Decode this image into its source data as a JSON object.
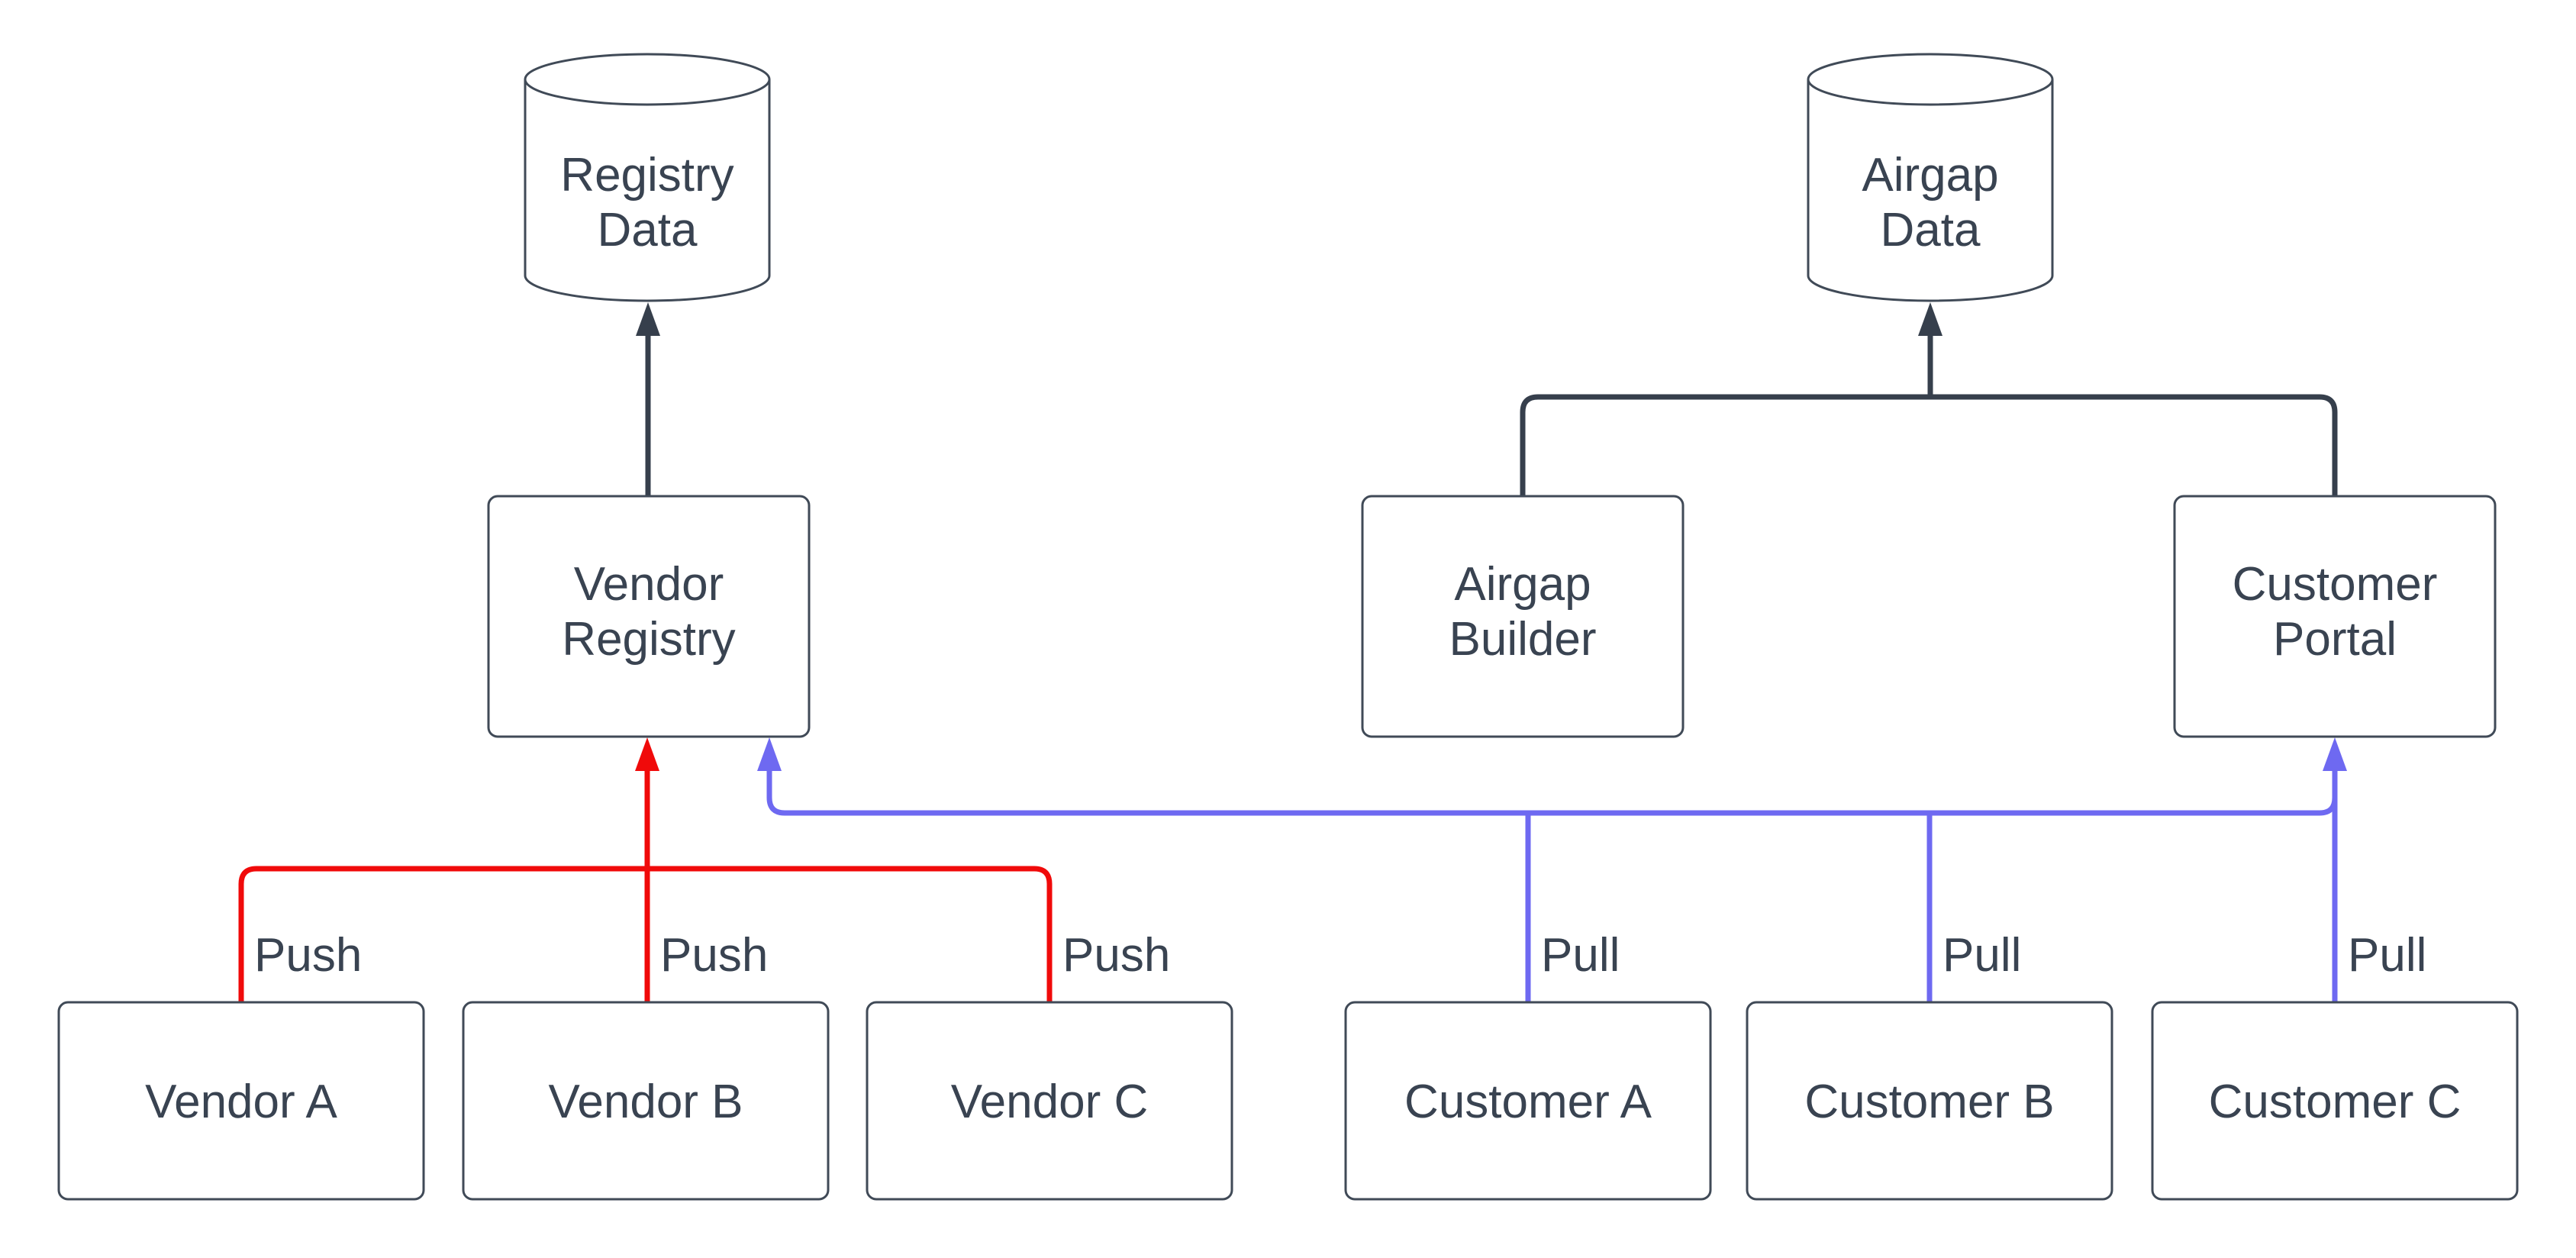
{
  "diagram": {
    "type": "flowchart",
    "background": "#ffffff",
    "colors": {
      "node_fill": "#ffffff",
      "node_border": "#404a57",
      "text": "#394351",
      "link_dark": "#363f4c",
      "link_push": "#f00a0a",
      "link_pull": "#6e69f1"
    },
    "nodes": {
      "registry_data": {
        "shape": "cylinder",
        "line1": "Registry",
        "line2": "Data"
      },
      "airgap_data": {
        "shape": "cylinder",
        "line1": "Airgap",
        "line2": "Data"
      },
      "vendor_registry": {
        "shape": "rect",
        "line1": "Vendor",
        "line2": "Registry"
      },
      "airgap_builder": {
        "shape": "rect",
        "line1": "Airgap",
        "line2": "Builder"
      },
      "customer_portal": {
        "shape": "rect",
        "line1": "Customer",
        "line2": "Portal"
      },
      "vendor_a": {
        "shape": "rect",
        "label": "Vendor A"
      },
      "vendor_b": {
        "shape": "rect",
        "label": "Vendor B"
      },
      "vendor_c": {
        "shape": "rect",
        "label": "Vendor C"
      },
      "customer_a": {
        "shape": "rect",
        "label": "Customer A"
      },
      "customer_b": {
        "shape": "rect",
        "label": "Customer B"
      },
      "customer_c": {
        "shape": "rect",
        "label": "Customer C"
      }
    },
    "edges": [
      {
        "from": "Vendor Registry",
        "to": "Registry Data",
        "label": "",
        "color": "dark"
      },
      {
        "from": "Airgap Builder",
        "to": "Airgap Data",
        "label": "",
        "color": "dark"
      },
      {
        "from": "Customer Portal",
        "to": "Airgap Data",
        "label": "",
        "color": "dark"
      },
      {
        "from": "Vendor A",
        "to": "Vendor Registry",
        "label": "Push",
        "color": "push"
      },
      {
        "from": "Vendor B",
        "to": "Vendor Registry",
        "label": "Push",
        "color": "push"
      },
      {
        "from": "Vendor C",
        "to": "Vendor Registry",
        "label": "Push",
        "color": "push"
      },
      {
        "from": "Customer A",
        "to": "Vendor Registry / Customer Portal",
        "label": "Pull",
        "color": "pull"
      },
      {
        "from": "Customer B",
        "to": "Vendor Registry / Customer Portal",
        "label": "Pull",
        "color": "pull"
      },
      {
        "from": "Customer C",
        "to": "Vendor Registry / Customer Portal",
        "label": "Pull",
        "color": "pull"
      }
    ]
  }
}
